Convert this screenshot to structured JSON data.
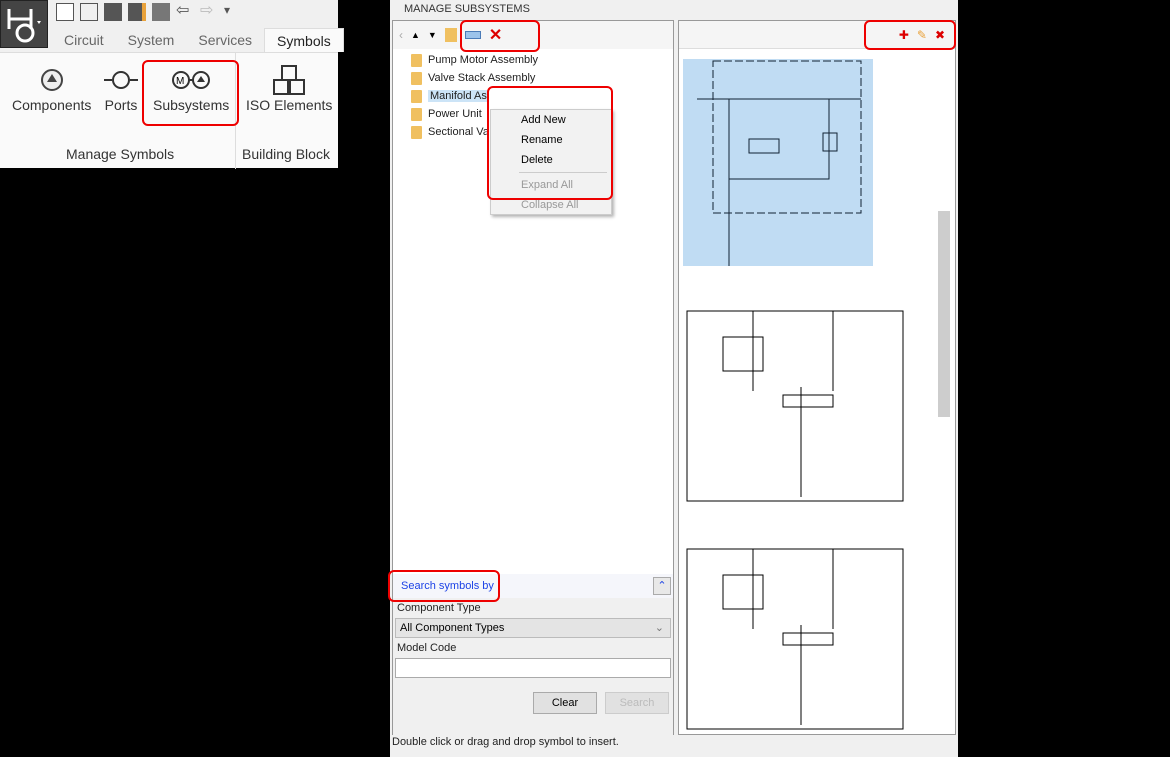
{
  "ribbon": {
    "tabs": [
      "Circuit",
      "System",
      "Services",
      "Symbols"
    ],
    "active_tab": "Symbols",
    "buttons": [
      {
        "label": "Components",
        "icon": "component-icon"
      },
      {
        "label": "Ports",
        "icon": "port-icon"
      },
      {
        "label": "Subsystems",
        "icon": "subsystem-icon"
      },
      {
        "label": "ISO Elements",
        "icon": "iso-elements-icon"
      }
    ],
    "groups": [
      "Manage Symbols",
      "Building Block"
    ]
  },
  "panel": {
    "title": "MANAGE SUBSYSTEMS",
    "tree": [
      "Pump Motor Assembly",
      "Valve Stack Assembly",
      "Manifold As",
      "Power Unit",
      "Sectional Va"
    ],
    "context_menu": [
      "Add New",
      "Rename",
      "Delete",
      "Expand All",
      "Collapse All"
    ],
    "search": {
      "header": "Search symbols by",
      "component_type_label": "Component Type",
      "component_type_value": "All Component Types",
      "model_code_label": "Model Code",
      "model_code_value": "",
      "clear": "Clear",
      "search": "Search"
    },
    "status": "Double click or drag and drop symbol to insert."
  },
  "accent": "#e00000"
}
